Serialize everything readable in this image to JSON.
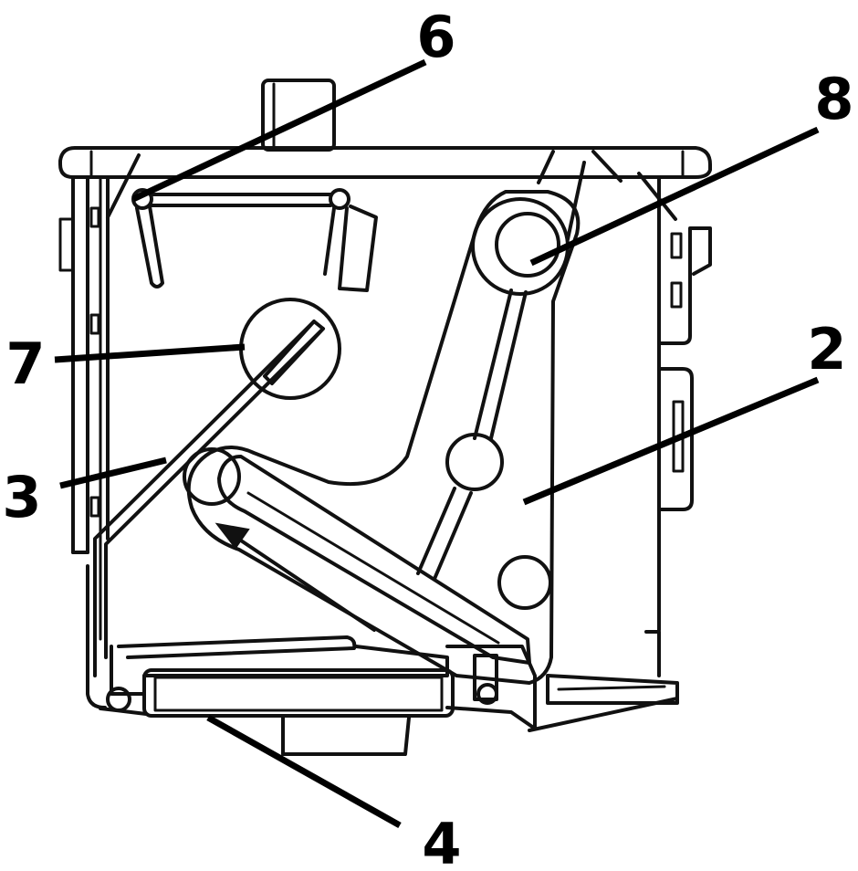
{
  "colors": {
    "stroke": "#111111",
    "background": "#ffffff",
    "lead_line": "#000000"
  },
  "labels": {
    "six": "6",
    "eight": "8",
    "seven": "7",
    "two": "2",
    "three": "3",
    "four": "4"
  }
}
